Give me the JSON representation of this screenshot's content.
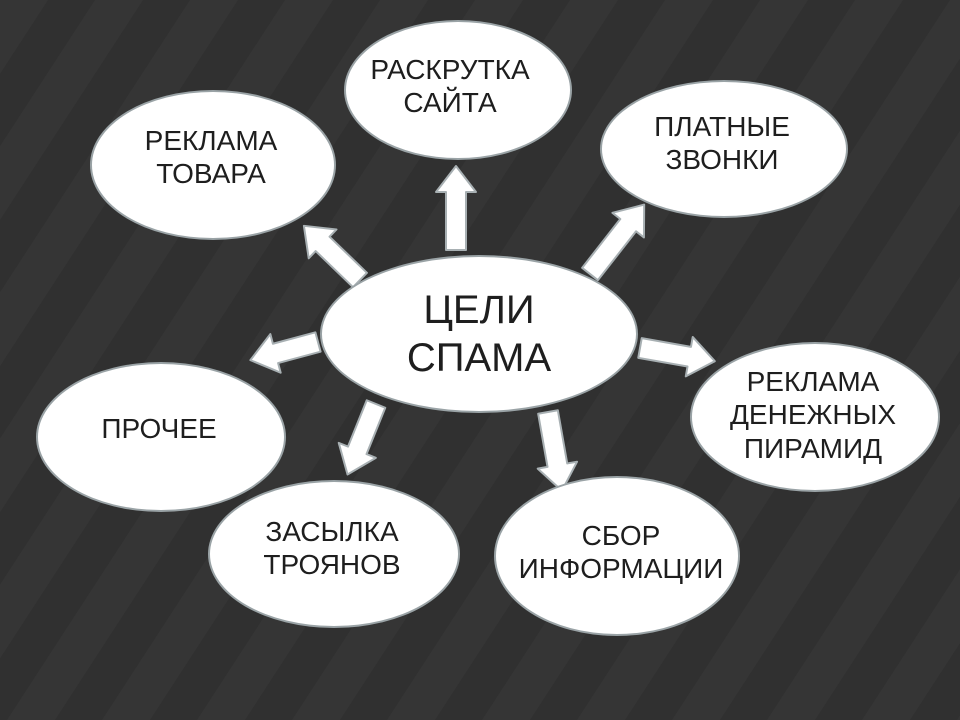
{
  "colors": {
    "background": "#303030",
    "stripe": "#3a3a3a",
    "node_fill": "#ffffff",
    "node_border": "#9aa3a6",
    "arrow_fill": "#ffffff",
    "arrow_stroke": "#a8b0b3",
    "text": "#1e1e1e"
  },
  "diagram": {
    "center": {
      "line1": "ЦЕЛИ",
      "line2": "СПАМА"
    },
    "nodes": {
      "site_promotion": {
        "line1": "РАСКРУТКА",
        "line2": "САЙТА"
      },
      "product_ads": {
        "line1": "РЕКЛАМА",
        "line2": "ТОВАРА"
      },
      "paid_calls": {
        "line1": "ПЛАТНЫЕ",
        "line2": "ЗВОНКИ"
      },
      "other": {
        "line1": "ПРОЧЕЕ"
      },
      "pyramid_ads": {
        "line1": "РЕКЛАМА",
        "line2": "ДЕНЕЖНЫХ",
        "line3": "ПИРАМИД"
      },
      "trojans": {
        "line1": "ЗАСЫЛКА",
        "line2": "ТРОЯНОВ"
      },
      "info_collection": {
        "line1": "СБОР",
        "line2": "ИНФОРМАЦИИ"
      }
    }
  }
}
